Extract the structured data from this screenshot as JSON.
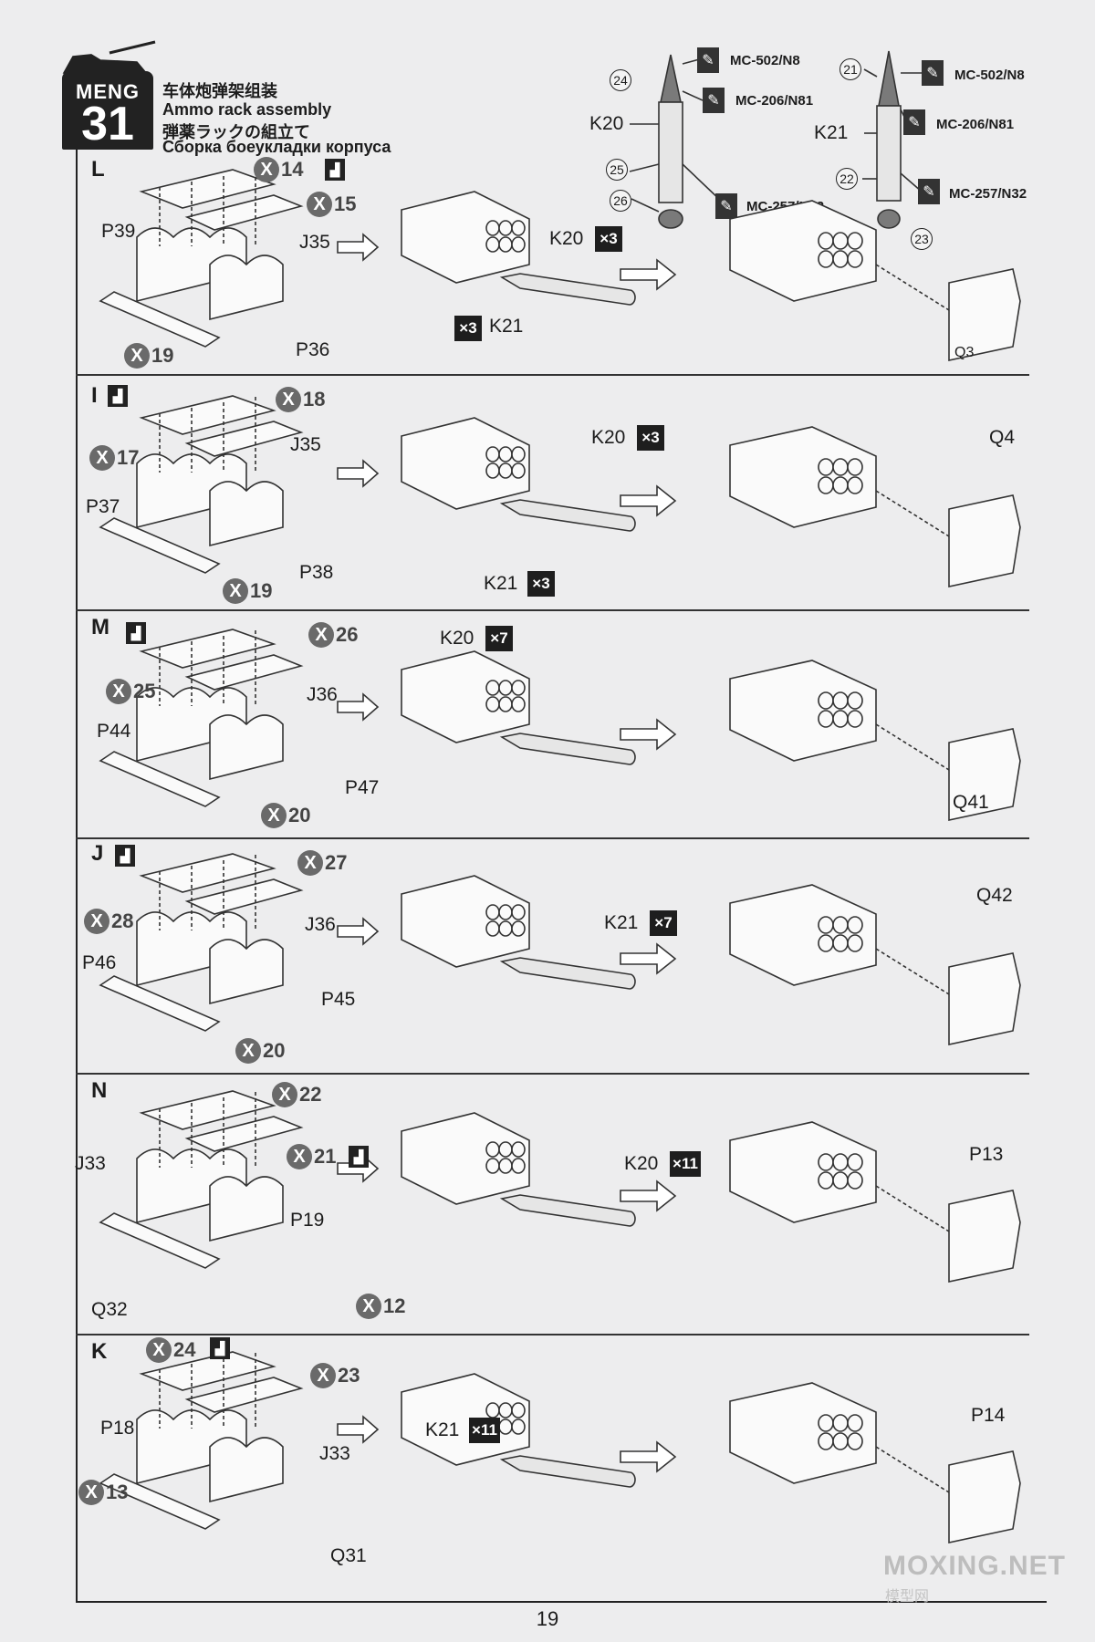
{
  "header": {
    "brand": "MENG",
    "step_number": "31",
    "title_zh": "车体炮弹架组装",
    "title_en": "Ammo rack assembly",
    "title_ja": "弾薬ラックの組立て",
    "title_ru": "Сборка боеукладки корпуса"
  },
  "paint_callouts": {
    "k20": {
      "label": "K20",
      "items": [
        {
          "num": "24",
          "code": "MC-502/N8"
        },
        {
          "num": "",
          "code": "MC-206/N81"
        },
        {
          "num": "25",
          "code": ""
        },
        {
          "num": "26",
          "code": "MC-257/N32"
        }
      ]
    },
    "k21": {
      "label": "K21",
      "items": [
        {
          "num": "21",
          "code": "MC-502/N8"
        },
        {
          "num": "",
          "code": "MC-206/N81"
        },
        {
          "num": "22",
          "code": ""
        },
        {
          "num": "23",
          "code": "MC-257/N32"
        }
      ]
    }
  },
  "steps": [
    {
      "id": "L",
      "parts": [
        "P39",
        "J35",
        "P36",
        "Q3"
      ],
      "remove": [
        "14",
        "15",
        "19"
      ],
      "ammo": [
        {
          "part": "K20",
          "qty": "×3"
        },
        {
          "part": "K21",
          "qty": "×3"
        }
      ]
    },
    {
      "id": "I",
      "parts": [
        "P37",
        "J35",
        "P38",
        "Q4"
      ],
      "remove": [
        "18",
        "17",
        "19"
      ],
      "ammo": [
        {
          "part": "K20",
          "qty": "×3"
        },
        {
          "part": "K21",
          "qty": "×3"
        }
      ]
    },
    {
      "id": "M",
      "parts": [
        "P44",
        "J36",
        "P47",
        "Q41"
      ],
      "remove": [
        "26",
        "25",
        "20"
      ],
      "ammo": [
        {
          "part": "K20",
          "qty": "×7"
        }
      ]
    },
    {
      "id": "J",
      "parts": [
        "P46",
        "J36",
        "P45",
        "Q42"
      ],
      "remove": [
        "27",
        "28",
        "20"
      ],
      "ammo": [
        {
          "part": "K21",
          "qty": "×7"
        }
      ]
    },
    {
      "id": "N",
      "parts": [
        "J33",
        "P19",
        "Q32",
        "P13"
      ],
      "remove": [
        "22",
        "21",
        "12"
      ],
      "ammo": [
        {
          "part": "K20",
          "qty": "×11"
        }
      ]
    },
    {
      "id": "K",
      "parts": [
        "P18",
        "J33",
        "Q31",
        "P14"
      ],
      "remove": [
        "24",
        "23",
        "13"
      ],
      "ammo": [
        {
          "part": "K21",
          "qty": "×11"
        }
      ]
    }
  ],
  "footer": {
    "page_number": "19",
    "watermark": "MOXING.NET",
    "watermark_sub": "模型网"
  }
}
